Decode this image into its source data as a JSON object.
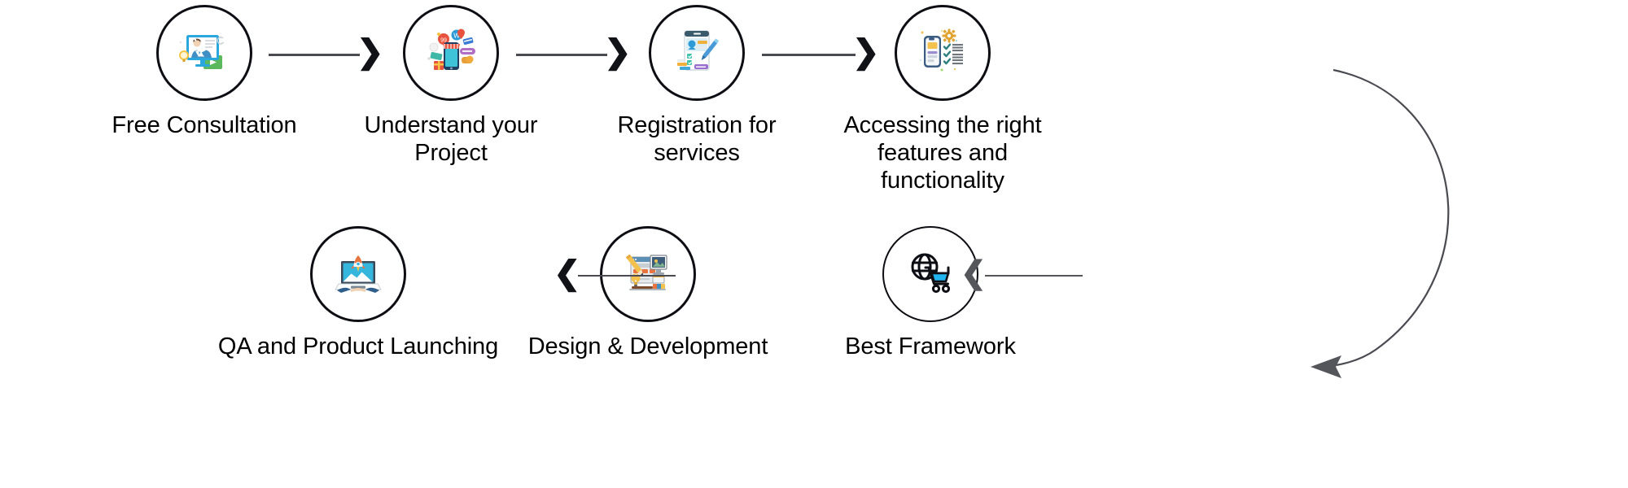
{
  "diagram": {
    "title": "Software development process flow",
    "background": "#ffffff",
    "text_color": "#000000",
    "circle_stroke": "#0d0d14",
    "line_color": "#4a4a52",
    "curve_color": "#4a4a52"
  },
  "nodes": [
    {
      "id": "free-consultation",
      "label": "Free Consultation",
      "icon": "video-consultation-icon",
      "row": "top",
      "order": 1
    },
    {
      "id": "understand-project",
      "label": "Understand your\nProject",
      "icon": "mobile-shop-icon",
      "row": "top",
      "order": 2
    },
    {
      "id": "registration",
      "label": "Registration for\nservices",
      "icon": "signup-form-icon",
      "row": "top",
      "order": 3
    },
    {
      "id": "accessing-features",
      "label": "Accessing the right\nfeatures and\nfunctionality",
      "icon": "phone-checklist-gear-icon",
      "row": "top",
      "order": 4
    },
    {
      "id": "best-framework",
      "label": "Best Framework",
      "icon": "globe-cart-icon",
      "row": "bottom",
      "order": 5
    },
    {
      "id": "design-development",
      "label": "Design & Development",
      "icon": "web-design-icon",
      "row": "bottom",
      "order": 6
    },
    {
      "id": "qa-launch",
      "label": "QA and Product Launching",
      "icon": "laptop-rocket-icon",
      "row": "bottom",
      "order": 7
    }
  ],
  "connectors": [
    {
      "id": "c1",
      "from": "free-consultation",
      "to": "understand-project",
      "direction": "right",
      "glyph": "❯",
      "color": "#111118"
    },
    {
      "id": "c2",
      "from": "understand-project",
      "to": "registration",
      "direction": "right",
      "glyph": "❯",
      "color": "#111118"
    },
    {
      "id": "c3",
      "from": "registration",
      "to": "accessing-features",
      "direction": "right",
      "glyph": "❯",
      "color": "#111118"
    },
    {
      "id": "c4",
      "from": "accessing-features",
      "to": "best-framework",
      "direction": "curve-down",
      "glyph": "",
      "color": "#4a4a52"
    },
    {
      "id": "c5",
      "from": "best-framework",
      "to": "design-development",
      "direction": "left",
      "glyph": "❮",
      "color": "#55555c"
    },
    {
      "id": "c6",
      "from": "design-development",
      "to": "qa-launch",
      "direction": "left",
      "glyph": "❮",
      "color": "#111118"
    }
  ]
}
